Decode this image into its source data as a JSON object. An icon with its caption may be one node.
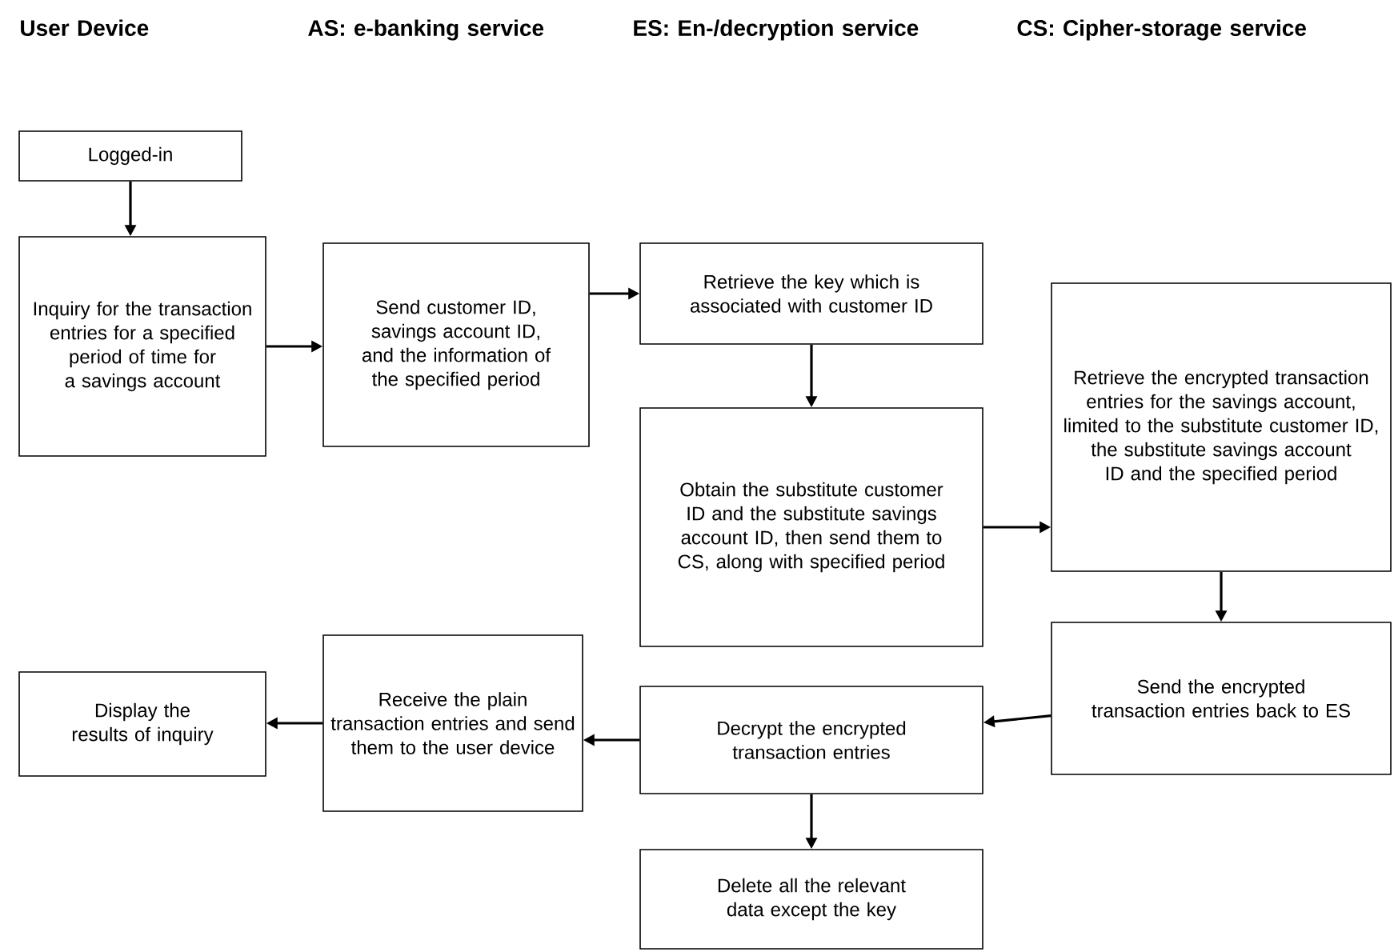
{
  "diagram": {
    "nodes": [
      {
        "text": [
          "Logged-in"
        ]
      },
      {
        "text": [
          "Inquiry for the transaction entries for a specified period of time for a savings account"
        ]
      },
      {
        "text": [
          "Send customer ID, savings account ID, and the information of the specified period"
        ]
      },
      {
        "text": [
          "Retrieve the key which is associated with customer ID"
        ]
      },
      {
        "text": [
          "Obtain the substitute customer ID and the substitute savings account ID, then send them to CS, along with specified period"
        ]
      },
      {
        "text": [
          "Retrieve the encrypted transaction entries for the savings account, limited to the substitute customer ID, the substitute savings account ID and the specified period"
        ]
      },
      {
        "text": [
          "Send the encrypted transaction entries back to ES"
        ]
      },
      {
        "text": [
          "Decrypt the encrypted transaction entries"
        ]
      },
      {
        "text": [
          "Receive the plain transaction entries and send them to the user device"
        ]
      },
      {
        "text": [
          "Display the results of inquiry"
        ]
      },
      {
        "text": [
          "Delete all the relevant data except the key"
        ]
      }
    ],
    "edges": [
      {
        "from": 0,
        "to": 1,
        "arrow": "to"
      },
      {
        "from": 1,
        "to": 2,
        "arrow": "to"
      },
      {
        "from": 2,
        "to": 3,
        "arrow": "to"
      },
      {
        "from": 3,
        "to": 4,
        "arrow": "to"
      },
      {
        "from": 4,
        "to": 5,
        "arrow": "to"
      },
      {
        "from": 5,
        "to": 6,
        "arrow": "to"
      },
      {
        "from": 6,
        "to": 7,
        "arrow": "to"
      },
      {
        "from": 7,
        "to": 8,
        "arrow": "to"
      },
      {
        "from": 8,
        "to": 9,
        "arrow": "to"
      },
      {
        "from": 7,
        "to": 10,
        "arrow": "to"
      }
    ],
    "labels": [
      "User Device",
      "AS: e-banking service",
      "ES: En-/decryption service",
      "CS: Cipher-storage service"
    ]
  }
}
